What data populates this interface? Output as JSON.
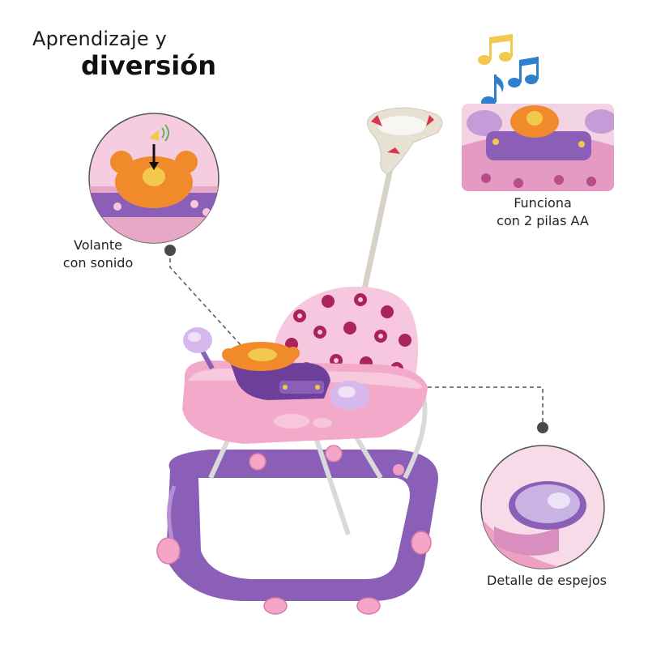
{
  "header": {
    "title_line1": "Aprendizaje y",
    "title_line2": "diversión"
  },
  "callouts": {
    "steering": "Volante\ncon sonido",
    "batteries": "Funciona\ncon 2 pilas AA",
    "mirrors": "Detalle de espejos"
  },
  "colors": {
    "pink": "#f3a9c9",
    "light_pink": "#f7c6dc",
    "purple": "#8b5fb8",
    "dark_purple": "#6d3f9a",
    "orange": "#f08a2a",
    "yellow": "#f2c94c",
    "blue": "#2f7fd1",
    "gray_handle": "#e6e1d3",
    "dot": "#4a4a4a"
  },
  "icons": [
    "music-notes-icon",
    "sound-horn-icon"
  ]
}
